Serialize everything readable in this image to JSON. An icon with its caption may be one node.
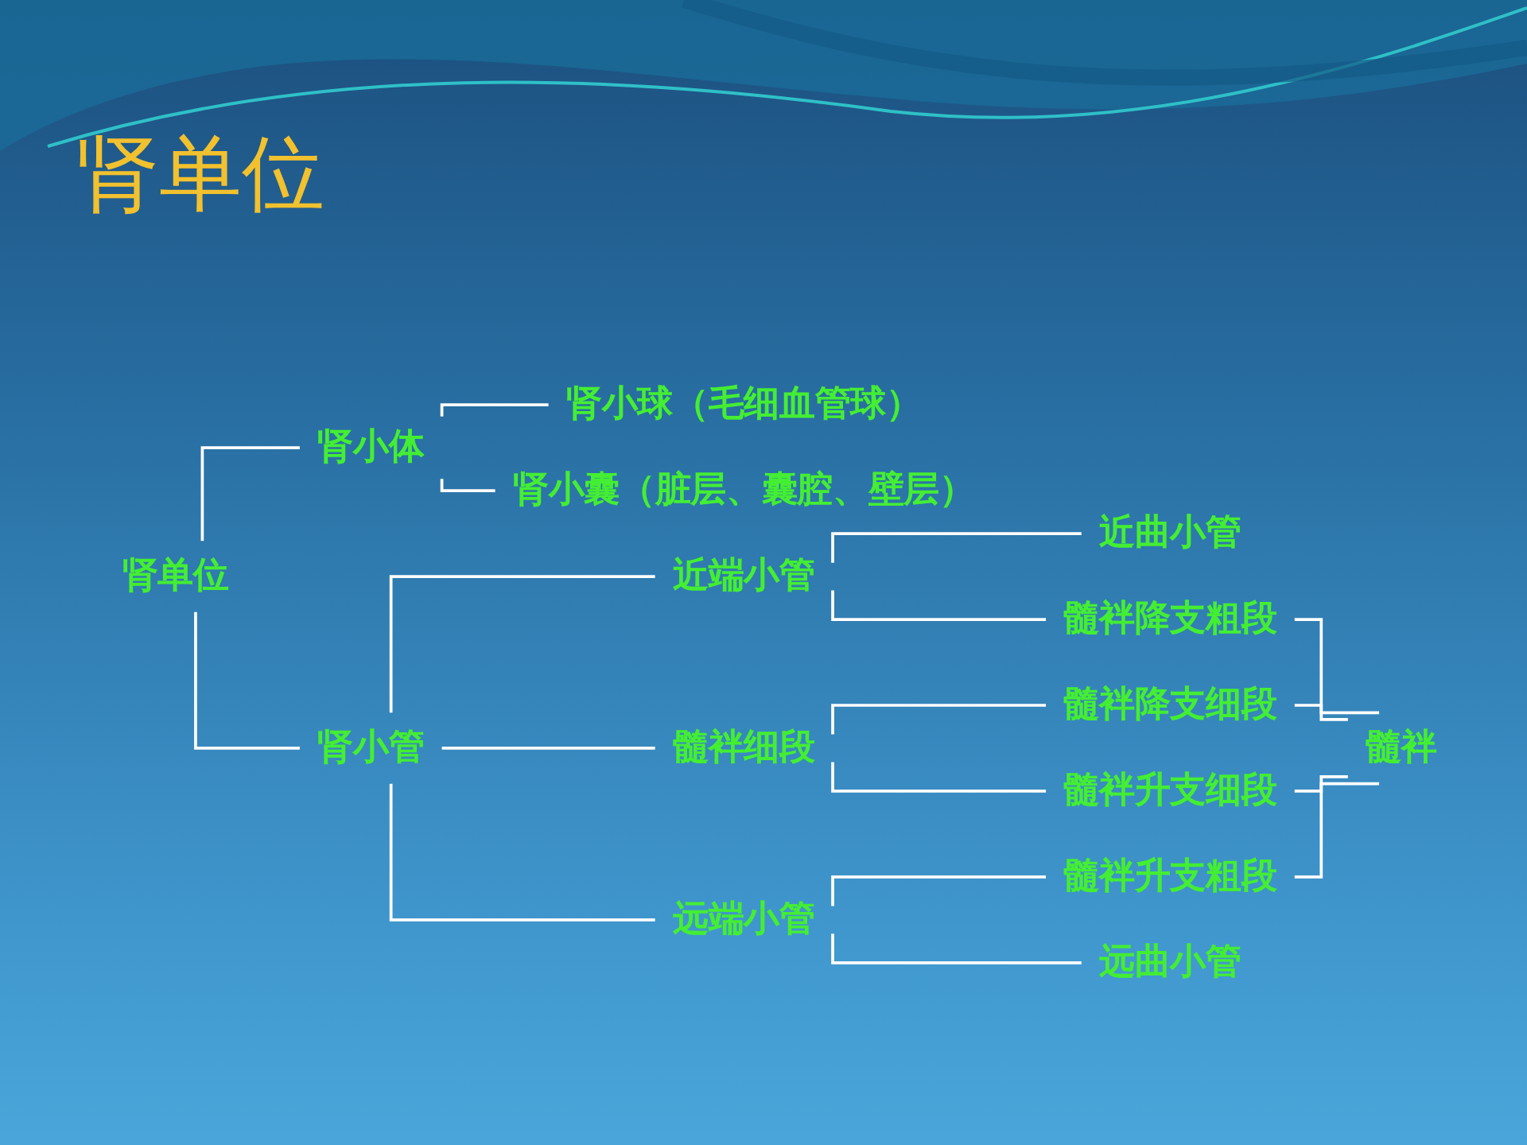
{
  "diagram": {
    "title": "肾单位",
    "nodes": [
      {
        "text": [
          "肾单位"
        ]
      },
      {
        "text": [
          "肾小体"
        ]
      },
      {
        "text": [
          "肾小球（毛细血管球）"
        ]
      },
      {
        "text": [
          "肾小囊（脏层、囊腔、壁层）"
        ]
      },
      {
        "text": [
          "肾小管"
        ]
      },
      {
        "text": [
          "近端小管"
        ]
      },
      {
        "text": [
          "近曲小管"
        ]
      },
      {
        "text": [
          "髓袢降支粗段"
        ]
      },
      {
        "text": [
          "髓袢细段"
        ]
      },
      {
        "text": [
          "髓袢降支细段"
        ]
      },
      {
        "text": [
          "髓袢升支细段"
        ]
      },
      {
        "text": [
          "远端小管"
        ]
      },
      {
        "text": [
          "髓袢升支粗段"
        ]
      },
      {
        "text": [
          "远曲小管"
        ]
      },
      {
        "text": [
          "髓袢"
        ]
      }
    ],
    "edges": [
      {
        "from": 0,
        "to": 1,
        "arrow": "none"
      },
      {
        "from": 0,
        "to": 4,
        "arrow": "none"
      },
      {
        "from": 1,
        "to": 2,
        "arrow": "none"
      },
      {
        "from": 1,
        "to": 3,
        "arrow": "none"
      },
      {
        "from": 4,
        "to": 5,
        "arrow": "none"
      },
      {
        "from": 4,
        "to": 8,
        "arrow": "none"
      },
      {
        "from": 4,
        "to": 11,
        "arrow": "none"
      },
      {
        "from": 5,
        "to": 6,
        "arrow": "none"
      },
      {
        "from": 5,
        "to": 7,
        "arrow": "none"
      },
      {
        "from": 8,
        "to": 9,
        "arrow": "none"
      },
      {
        "from": 8,
        "to": 10,
        "arrow": "none"
      },
      {
        "from": 11,
        "to": 12,
        "arrow": "none"
      },
      {
        "from": 11,
        "to": 13,
        "arrow": "none"
      },
      {
        "from": 7,
        "to": 14,
        "arrow": "none"
      },
      {
        "from": 9,
        "to": 14,
        "arrow": "none"
      },
      {
        "from": 10,
        "to": 14,
        "arrow": "none"
      },
      {
        "from": 12,
        "to": 14,
        "arrow": "none"
      }
    ]
  }
}
